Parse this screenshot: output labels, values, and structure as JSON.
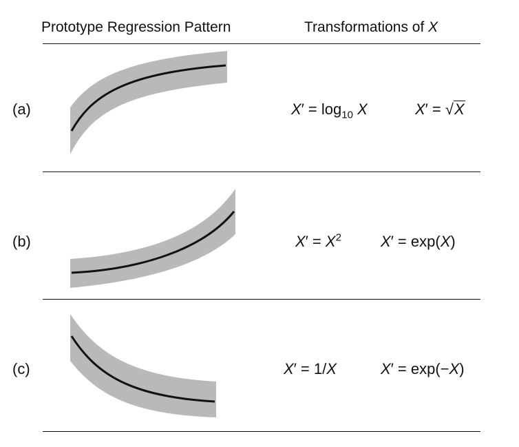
{
  "header": {
    "left": "Prototype Regression Pattern",
    "right_prefix": "Transformations of ",
    "right_var": "X"
  },
  "rows": [
    {
      "label": "(a)",
      "pattern": "concave-increasing",
      "formulas": [
        {
          "lhs": "X",
          "prime": "′",
          "eq": " = ",
          "fn": "log",
          "sub": "10",
          "arg": "X"
        },
        {
          "lhs": "X",
          "prime": "′",
          "eq": " = ",
          "radical": "√",
          "arg": "X"
        }
      ]
    },
    {
      "label": "(b)",
      "pattern": "convex-increasing",
      "formulas": [
        {
          "lhs": "X",
          "prime": "′",
          "eq": " = ",
          "arg": "X",
          "sup": "2"
        },
        {
          "lhs": "X",
          "prime": "′",
          "eq": " = ",
          "fn": "exp(",
          "arg": "X",
          "close": ")"
        }
      ]
    },
    {
      "label": "(c)",
      "pattern": "convex-decreasing",
      "formulas": [
        {
          "lhs": "X",
          "prime": "′",
          "eq": " = ",
          "fn": "1/",
          "arg": "X"
        },
        {
          "lhs": "X",
          "prime": "′",
          "eq": " = ",
          "fn": "exp(−",
          "arg": "X",
          "close": ")"
        }
      ]
    }
  ],
  "colors": {
    "band": "#b9b9b9",
    "curve": "#111111",
    "rule": "#111111"
  }
}
